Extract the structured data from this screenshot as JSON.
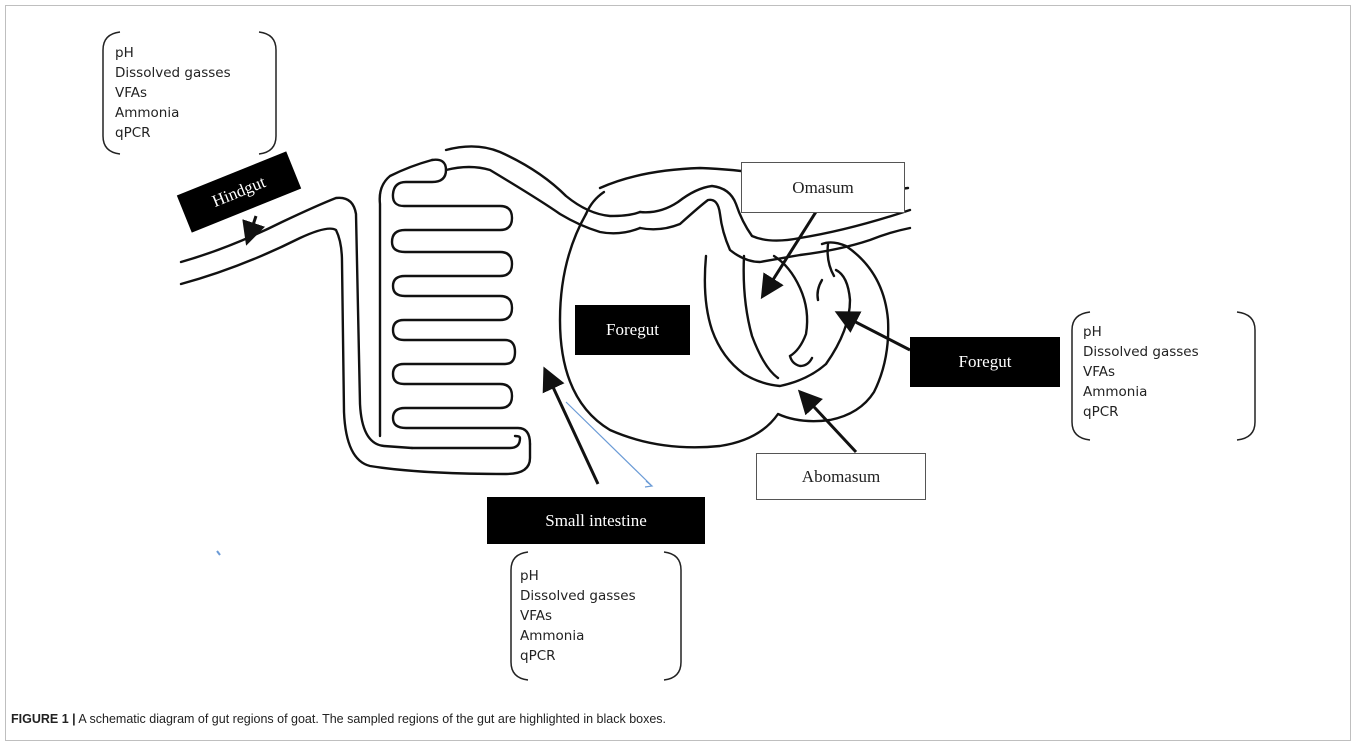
{
  "labels": {
    "hindgut": "Hindgut",
    "foregut_center": "Foregut",
    "foregut_right": "Foregut",
    "small_intestine": "Small intestine",
    "omasum": "Omasum",
    "abomasum": "Abomasum"
  },
  "measurement_list": [
    "pH",
    "Dissolved gasses",
    "VFAs",
    "Ammonia",
    "qPCR"
  ],
  "caption": {
    "label": "FIGURE 1 |",
    "text": " A schematic diagram of gut regions of goat. The sampled regions of the gut are highlighted in black boxes."
  },
  "colors": {
    "highlight_box": "#000000",
    "line": "#111111",
    "faint_arrow": "#6b9bd6"
  }
}
